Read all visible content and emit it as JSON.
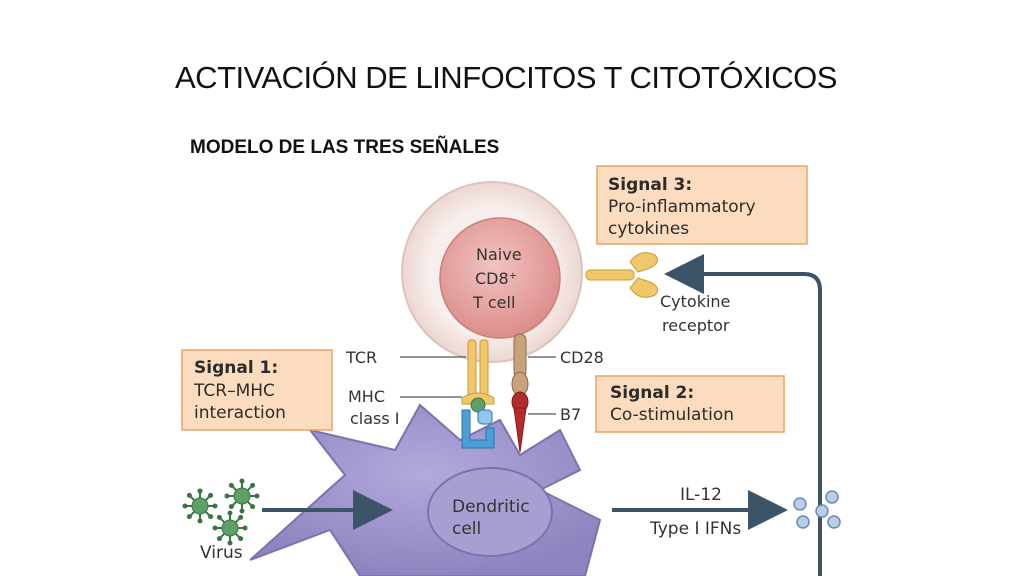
{
  "title": "ACTIVACIÓN DE LINFOCITOS T CITOTÓXICOS",
  "subtitle": "MODELO DE LAS TRES SEÑALES",
  "signal3": {
    "heading": "Signal 3:",
    "line1": "Pro-inflammatory",
    "line2": "cytokines"
  },
  "signal1": {
    "heading": "Signal 1:",
    "line1": "TCR–MHC",
    "line2": "interaction"
  },
  "signal2": {
    "heading": "Signal 2:",
    "line1": "Co-stimulation"
  },
  "tcell": {
    "line1": "Naive",
    "line2": "CD8⁺",
    "line3": "T cell"
  },
  "dendritic": {
    "line1": "Dendritic",
    "line2": "cell"
  },
  "labels": {
    "tcr": "TCR",
    "mhc1": "MHC",
    "mhc2": "class I",
    "cd28": "CD28",
    "b7": "B7",
    "cytokine_receptor1": "Cytokine",
    "cytokine_receptor2": "receptor",
    "il12": "IL-12",
    "type1": "Type I IFNs",
    "virus": "Virus"
  },
  "colors": {
    "box_fill": "#fbdcbf",
    "box_stroke": "#e8a468",
    "tcell_outer": "#f6ece9",
    "tcell_nucleus": "#e7a6a3",
    "dendritic": "#9d93c9",
    "virus": "#5fa067",
    "cytokine": "#b9cde8",
    "tcr": "#f0c869",
    "mhc": "#4a9fd6",
    "b7": "#b52a2a",
    "cd28": "#c7a27a",
    "arrow": "#3b5468"
  }
}
